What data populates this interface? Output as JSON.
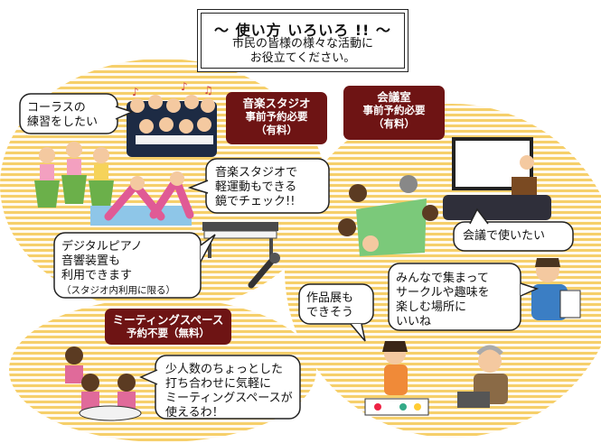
{
  "title": {
    "main": "～ 使い方 いろいろ !! ～",
    "sub": [
      "市民の皆様の様々な活動に",
      "お役立てください。"
    ]
  },
  "labels": {
    "music": {
      "name": "音楽スタジオ",
      "note": "事前予約必要",
      "fee": "（有料）"
    },
    "conference": {
      "name": "会議室",
      "note": "事前予約必要",
      "fee": "（有料）"
    },
    "meeting": {
      "name": "ミーティングスペース",
      "note": "予約不要（無料）"
    }
  },
  "bubbles": {
    "chorus": [
      "コーラスの",
      "練習をしたい"
    ],
    "mirror": [
      "音楽スタジオで",
      "軽運動もできる",
      "鏡でチェック!!"
    ],
    "piano": [
      "デジタルピアノ",
      "音響装置も",
      "利用できます"
    ],
    "piano_note": "（スタジオ内利用に限る）",
    "meeting_say": [
      "少人数のちょっとした",
      "打ち合わせに気軽に",
      "ミーティングスペースが",
      "使えるわ！"
    ],
    "conference_say": "会議で使いたい",
    "circle": [
      "みんなで集まって",
      "サークルや趣味を",
      "楽しむ場所に",
      "いいね"
    ],
    "exhibit": [
      "作品展も",
      "できそう"
    ]
  },
  "colors": {
    "stripe": "#f6cf6a",
    "label_bg": "#6e1414",
    "bubble_border": "#222222"
  }
}
